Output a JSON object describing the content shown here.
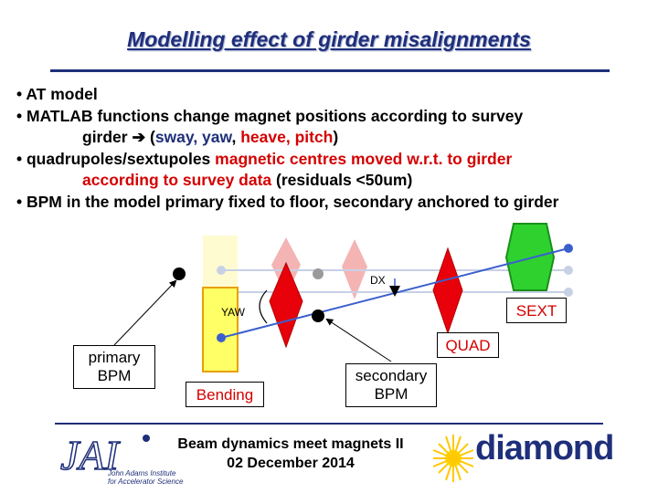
{
  "title": "Modelling effect of girder misalignments",
  "bullets": [
    {
      "parts": [
        {
          "t": "• AT model",
          "c": ""
        }
      ]
    },
    {
      "parts": [
        {
          "t": "• MATLAB functions change magnet positions according to survey",
          "c": ""
        }
      ]
    },
    {
      "indent": true,
      "parts": [
        {
          "t": "girder  ➔ ",
          "c": ""
        },
        {
          "t": "(",
          "c": ""
        },
        {
          "t": "sway, yaw",
          "c": "blue"
        },
        {
          "t": ", ",
          "c": ""
        },
        {
          "t": "heave, pitch",
          "c": "red"
        },
        {
          "t": ")",
          "c": ""
        }
      ]
    },
    {
      "parts": [
        {
          "t": "• quadrupoles/sextupoles ",
          "c": ""
        },
        {
          "t": "magnetic centres moved w.r.t. to girder",
          "c": "red"
        }
      ]
    },
    {
      "indent": true,
      "parts": [
        {
          "t": "according to survey data",
          "c": "red"
        },
        {
          "t": " (residuals  <50um)",
          "c": ""
        }
      ]
    },
    {
      "parts": [
        {
          "t": "• BPM in the model primary fixed to floor, secondary anchored to girder",
          "c": ""
        }
      ]
    }
  ],
  "diagram": {
    "primary_bpm": "primary\nBPM",
    "bending": "Bending",
    "secondary_bpm": "secondary\nBPM",
    "sext": "SEXT",
    "quad": "QUAD",
    "dx": "DX",
    "yaw": "YAW"
  },
  "footer": {
    "line1": "Beam dynamics meet magnets II",
    "line2": "02 December 2014",
    "jai_letters": "JAI",
    "jai_sub1": "John Adams Institute",
    "jai_sub2": "for Accelerator Science",
    "diamond": "diamond"
  },
  "colors": {
    "title": "#1f2f7a",
    "quad_red": "#e8000a",
    "sext_green": "#2fd12f",
    "bending_yellow": "#ffff66",
    "beam_line": "#3a5fcd",
    "ghost_pink": "#f4b4b4",
    "ghost_yellow": "#fffbd0"
  }
}
